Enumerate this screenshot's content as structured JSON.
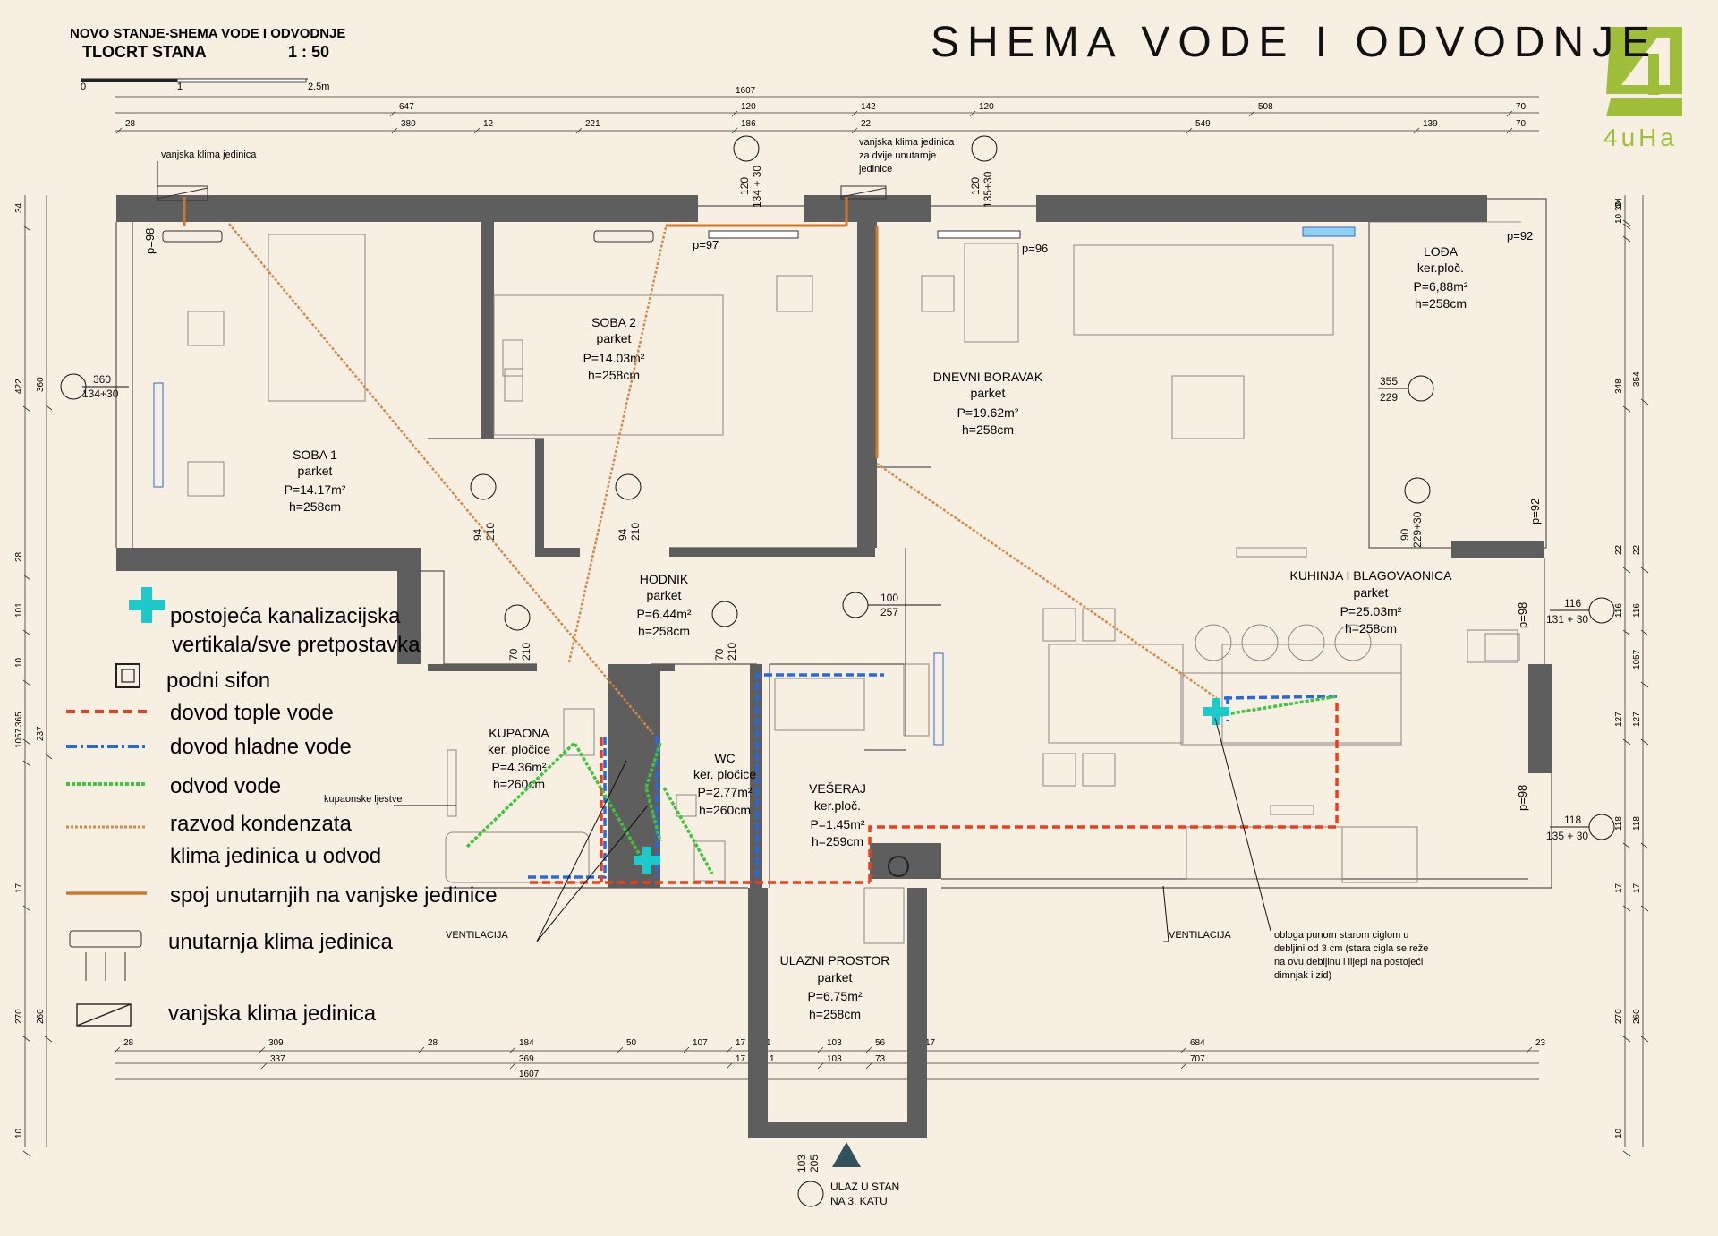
{
  "header": {
    "line1": "NOVO STANJE-SHEMA VODE I ODVODNJE",
    "line2": "TLOCRT STANA",
    "scale": "1 : 50",
    "scalebar": [
      "0",
      "1",
      "2.5m"
    ],
    "title": "SHEMA VODE I ODVODNJE",
    "brand_text": "4uHa",
    "brand_mark": "4"
  },
  "colors": {
    "background": "#f7efe2",
    "wall": "#5e5e5e",
    "hot_water": "#e8401e",
    "cold_water": "#2a6ad8",
    "drain": "#3ec43e",
    "condensate": "#d08a4a",
    "connection": "#c8782f",
    "vertical": "#20c9c9",
    "brand": "#9fbe3a"
  },
  "rooms": [
    {
      "id": "soba1",
      "name": "SOBA 1",
      "floor": "parket",
      "area": "P=14.17m²",
      "height": "h=258cm"
    },
    {
      "id": "soba2",
      "name": "SOBA 2",
      "floor": "parket",
      "area": "P=14.03m²",
      "height": "h=258cm"
    },
    {
      "id": "boravak",
      "name": "DNEVNI BORAVAK",
      "floor": "parket",
      "area": "P=19.62m²",
      "height": "h=258cm"
    },
    {
      "id": "loda",
      "name": "LOĐA",
      "floor": "ker.ploč.",
      "area": "P=6,88m²",
      "height": "h=258cm"
    },
    {
      "id": "hodnik",
      "name": "HODNIK",
      "floor": "parket",
      "area": "P=6.44m²",
      "height": "h=258cm"
    },
    {
      "id": "kuhinja",
      "name": "KUHINJA I BLAGOVAONICA",
      "floor": "parket",
      "area": "P=25.03m²",
      "height": "h=258cm"
    },
    {
      "id": "kupaona",
      "name": "KUPAONA",
      "floor": "ker. pločice",
      "area": "P=4.36m²",
      "height": "h=260cm"
    },
    {
      "id": "wc",
      "name": "WC",
      "floor": "ker. pločice",
      "area": "P=2.77m²",
      "height": "h=260cm"
    },
    {
      "id": "veseraj",
      "name": "VEŠERAJ",
      "floor": "ker.ploč.",
      "area": "P=1.45m²",
      "height": "h=259cm"
    },
    {
      "id": "ulaz",
      "name": "ULAZNI PROSTOR",
      "floor": "parket",
      "area": "P=6.75m²",
      "height": "h=258cm"
    }
  ],
  "legend": [
    {
      "id": "vertical",
      "label_lines": [
        "postojeća kanalizacijska",
        "vertikala/sve pretpostavka"
      ],
      "icon": "cross-icon"
    },
    {
      "id": "sifon",
      "label_lines": [
        "podni sifon"
      ],
      "icon": "floor-drain-icon"
    },
    {
      "id": "hot",
      "label_lines": [
        "dovod tople vode"
      ],
      "icon": "hot-water-line-icon"
    },
    {
      "id": "cold",
      "label_lines": [
        "dovod hladne  vode"
      ],
      "icon": "cold-water-line-icon"
    },
    {
      "id": "drain",
      "label_lines": [
        "odvod  vode"
      ],
      "icon": "drain-line-icon"
    },
    {
      "id": "condensate",
      "label_lines": [
        "razvod kondenzata",
        "klima jedinica u odvod"
      ],
      "icon": "condensate-line-icon"
    },
    {
      "id": "connection",
      "label_lines": [
        "spoj unutarnjih na vanjske jedinice"
      ],
      "icon": "connection-line-icon"
    },
    {
      "id": "indoor",
      "label_lines": [
        "unutarnja klima jedinica"
      ],
      "icon": "indoor-ac-icon"
    },
    {
      "id": "outdoor",
      "label_lines": [
        "vanjska klima jedinica"
      ],
      "icon": "outdoor-ac-icon"
    }
  ],
  "annotations": {
    "outdoor_unit_1": "vanjska klima jedinica",
    "outdoor_unit_2": [
      "vanjska klima jedinica",
      "za dvije unutarnje",
      "jedinice"
    ],
    "ventilation": "VENTILACIJA",
    "ladder": "kupaonske ljestve",
    "chimney_note": [
      "obloga punom starom ciglom u",
      "debljini od 3 cm (stara cigla se reže",
      "na ovu debljinu i lijepi na postojeći",
      "dimnjak i zid)"
    ],
    "entrance": [
      "ULAZ U STAN",
      "NA 3. KATU"
    ]
  },
  "labels": {
    "p98_left": "p=98",
    "p97": "p=97",
    "p96": "p=96",
    "p92_top": "p=92",
    "p92_right": "p=92",
    "p98_right1": "p=98",
    "p98_right2": "p=98",
    "win_left": [
      "360",
      "134+30"
    ],
    "win_top1": [
      "120",
      "134 + 30"
    ],
    "win_top2": [
      "120",
      "135+30"
    ],
    "win_loda": [
      "355",
      "229"
    ],
    "door_soba1": [
      "94",
      "210"
    ],
    "door_soba2": [
      "94",
      "210"
    ],
    "door_loda": [
      "90",
      "229+30"
    ],
    "door_boravak": [
      "100",
      "257"
    ],
    "door_kupaona": [
      "70",
      "210"
    ],
    "door_wc": [
      "70",
      "210"
    ],
    "win_kuhinja1": [
      "116",
      "131 + 30"
    ],
    "win_kuhinja2": [
      "118",
      "135 + 30"
    ],
    "door_entry": [
      "103",
      "205"
    ]
  },
  "dimensions": {
    "top_total": "1607",
    "top_row2": [
      "647",
      "120",
      "142",
      "120",
      "508",
      "70"
    ],
    "top_row3": [
      "28",
      "380",
      "12",
      "221",
      "186",
      "22",
      "549",
      "139",
      "70"
    ],
    "bottom_row1": [
      "28",
      "309",
      "28",
      "184",
      "50",
      "107",
      "17",
      "1",
      "103",
      "56",
      "17",
      "684",
      "23"
    ],
    "bottom_row2": [
      "337",
      "369",
      "17",
      "1",
      "103",
      "73",
      "707"
    ],
    "bottom_total": "1607",
    "left_outer": [
      "34",
      "422",
      "28",
      "101",
      "10",
      "1057",
      "365",
      "17",
      "270",
      "10"
    ],
    "left_inner": [
      "360",
      "237",
      "260"
    ],
    "right_outer": [
      "39",
      "10",
      "24",
      "348",
      "22",
      "116",
      "127",
      "118",
      "17",
      "270",
      "10"
    ],
    "right_inner": [
      "354",
      "22",
      "116",
      "1057",
      "127",
      "118",
      "17",
      "260"
    ]
  }
}
